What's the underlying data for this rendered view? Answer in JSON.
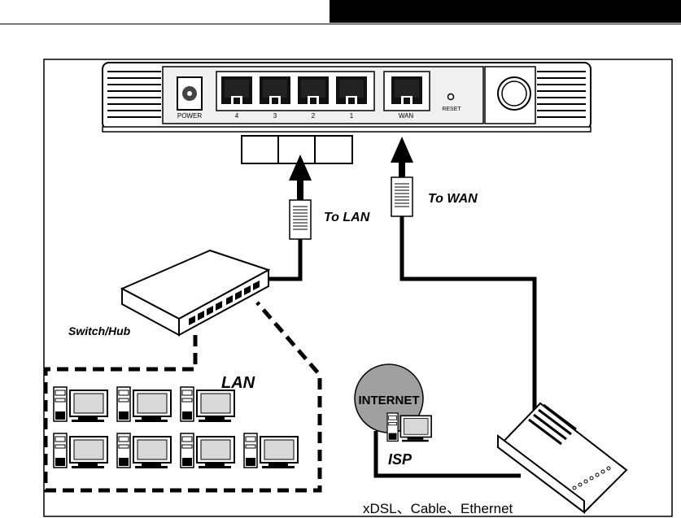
{
  "router": {
    "power_label": "POWER",
    "port_labels": [
      "4",
      "3",
      "2",
      "1"
    ],
    "wan_label": "WAN",
    "reset_label": "RESET"
  },
  "cables": {
    "lan_label": "To LAN",
    "wan_label": "To WAN"
  },
  "switch_label": "Switch/Hub",
  "lan_group_label": "LAN",
  "internet": {
    "cloud_label": "INTERNET",
    "isp_label": "ISP"
  },
  "modem_caption": "xDSL、Cable、Ethernet",
  "colors": {
    "line": "#000000",
    "panel_bg": "#f0f0f0",
    "internet_circle": "#a0a0a0"
  },
  "icons": [
    "power-jack-icon",
    "rj45-port-icon",
    "rj45-plug-icon",
    "arrow-up-icon",
    "switch-icon",
    "computer-icon",
    "modem-icon"
  ]
}
